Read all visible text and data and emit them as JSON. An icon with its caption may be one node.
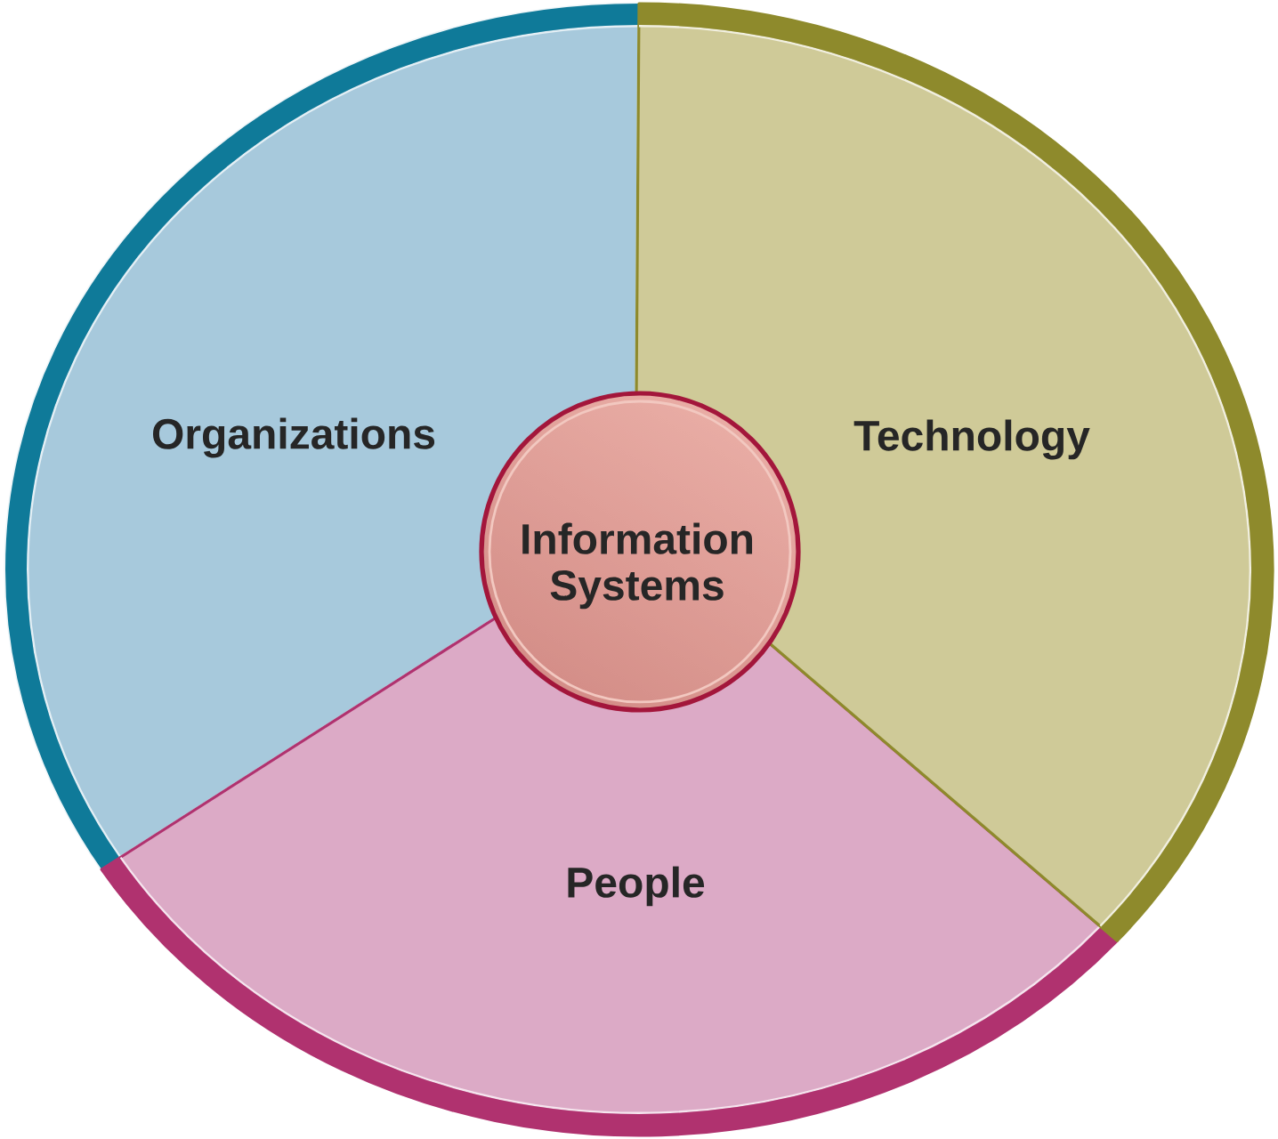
{
  "diagram": {
    "nodes": [
      {
        "text": [
          "Organizations"
        ]
      },
      {
        "text": [
          "Technology"
        ]
      },
      {
        "text": [
          "Information Systems"
        ]
      },
      {
        "text": [
          "People"
        ]
      }
    ]
  }
}
